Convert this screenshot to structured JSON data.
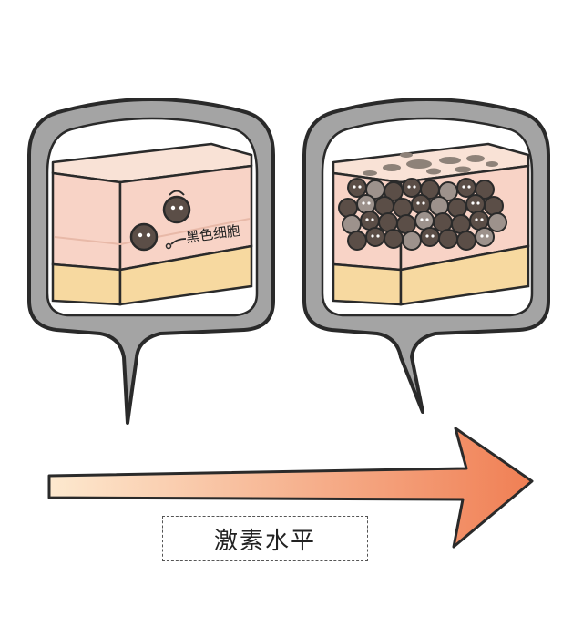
{
  "panels": [
    {
      "id": "low",
      "cell_label": "黑色细胞"
    },
    {
      "id": "high",
      "cell_label": ""
    }
  ],
  "arrow": {
    "label": "激素水平"
  },
  "colors": {
    "frame_gray": "#a4a4a4",
    "frame_stroke": "#2a2a2a",
    "epidermis": "#f8d3c6",
    "epidermis_top": "#f9e2d6",
    "fat_layer": "#f7d9a0",
    "pigment_dark": "#5b4e47",
    "pigment_light": "#9d928c",
    "arrow_start": "#fde9cf",
    "arrow_end": "#f07f54"
  }
}
